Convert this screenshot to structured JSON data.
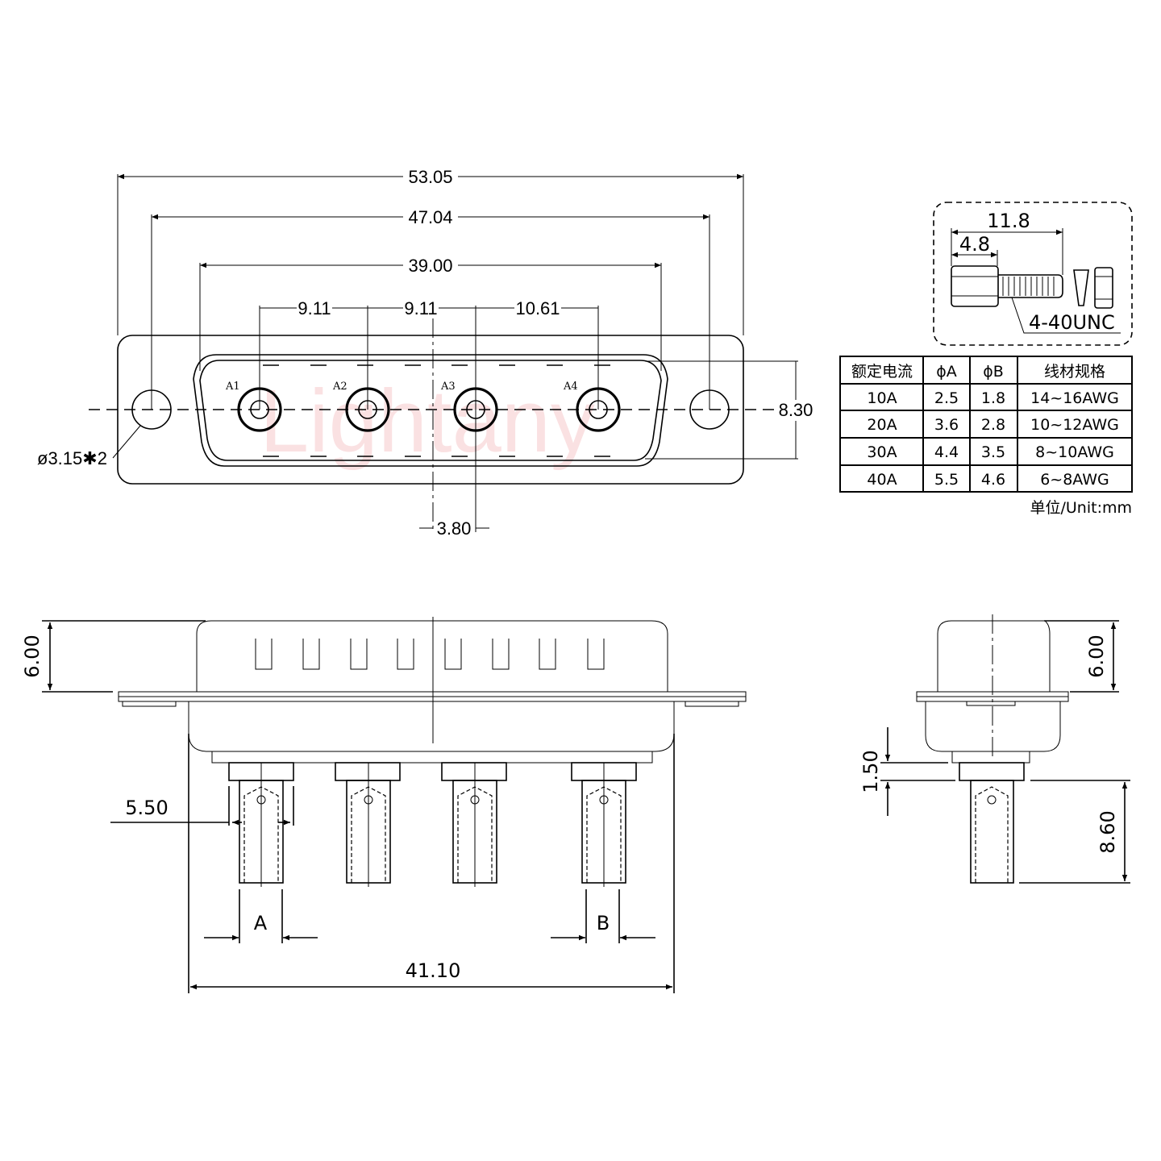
{
  "watermark": "Lightany",
  "front_view": {
    "dimensions": {
      "overall_width": "53.05",
      "mount_hole_pitch": "47.04",
      "shell_width": "39.00",
      "pin_pitch_1": "9.11",
      "pin_pitch_2": "9.11",
      "pin_pitch_3": "10.61",
      "shell_height": "8.30",
      "center_offset": "3.80",
      "mount_hole": "ø3.15✱2"
    },
    "pins": [
      "A1",
      "A2",
      "A3",
      "A4"
    ]
  },
  "screw_detail": {
    "total_length": "11.8",
    "hex_length": "4.8",
    "thread": "4-40UNC"
  },
  "spec_table": {
    "headers": [
      "额定电流",
      "ϕA",
      "ϕB",
      "线材规格"
    ],
    "rows": [
      [
        "10A",
        "2.5",
        "1.8",
        "14~16AWG"
      ],
      [
        "20A",
        "3.6",
        "2.8",
        "10~12AWG"
      ],
      [
        "30A",
        "4.4",
        "3.5",
        "8~10AWG"
      ],
      [
        "40A",
        "5.5",
        "4.6",
        "6~8AWG"
      ]
    ],
    "unit_note": "单位/Unit:mm"
  },
  "side_view": {
    "dimensions": {
      "shell_height": "6.00",
      "contact_width": "5.50",
      "dia_a": "A",
      "dia_b": "B",
      "body_width": "41.10"
    }
  },
  "end_view": {
    "dimensions": {
      "shell_height": "6.00",
      "step_height": "1.50",
      "contact_length": "8.60"
    }
  }
}
